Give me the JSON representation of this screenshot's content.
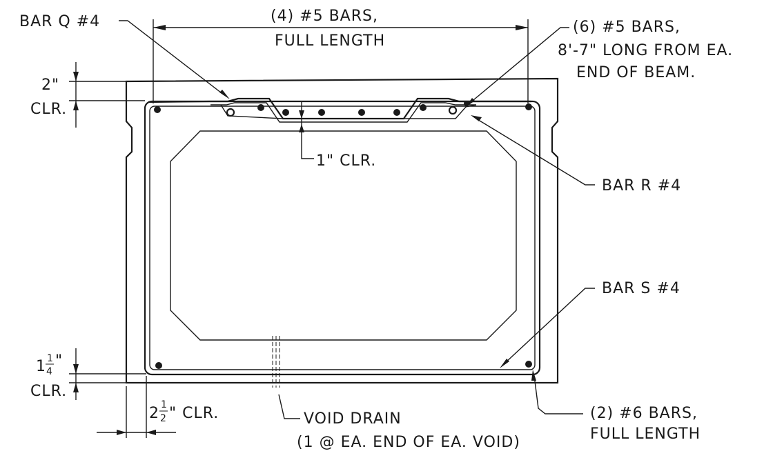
{
  "diagram": {
    "labels": {
      "bar_q": "BAR Q #4",
      "top_bars_line1": "(4) #5 BARS,",
      "top_bars_line2": "FULL LENGTH",
      "six_bars_line1": "(6) #5 BARS,",
      "six_bars_line2": "8'-7\" LONG FROM EA.",
      "six_bars_line3": "END OF BEAM.",
      "top_cover_value": "2\"",
      "clr_top": "CLR.",
      "one_inch_clr": "1\" CLR.",
      "bar_r": "BAR R #4",
      "bar_s": "BAR S #4",
      "bottom_cover_whole": "1",
      "bottom_cover_num": "1",
      "bottom_cover_den": "4",
      "bottom_cover_unit": "\"",
      "clr_bottom": "CLR.",
      "side_cover_whole": "2",
      "side_cover_num": "1",
      "side_cover_den": "2",
      "side_cover_text": "\" CLR.",
      "void_drain_line1": "VOID DRAIN",
      "void_drain_line2": "(1 @ EA. END OF EA. VOID)",
      "bottom_bars_line1": "(2) #6 BARS,",
      "bottom_bars_line2": "FULL LENGTH"
    },
    "stroke_color": "#1a1a1a",
    "background_color": "#ffffff"
  }
}
